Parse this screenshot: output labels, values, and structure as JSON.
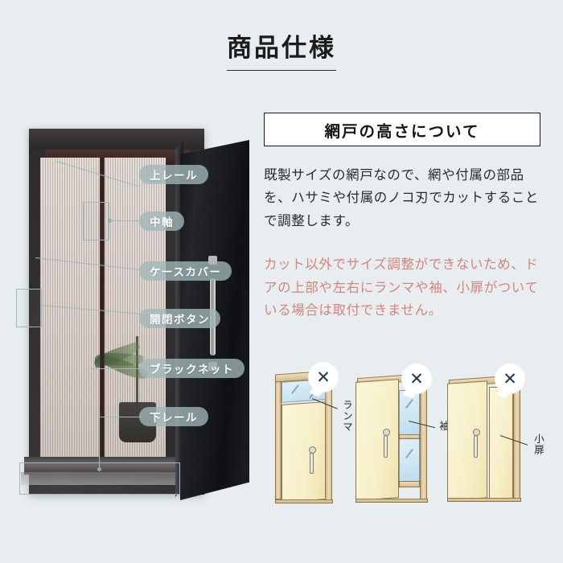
{
  "title": "商品仕様",
  "photo": {
    "alt_name": "screen-door-photo",
    "callouts": [
      {
        "id": "upper-rail",
        "label": "上レール"
      },
      {
        "id": "center-shaft",
        "label": "中軸"
      },
      {
        "id": "case-cover",
        "label": "ケースカバー"
      },
      {
        "id": "open-close-button",
        "label": "開閉ボタン"
      },
      {
        "id": "black-net",
        "label": "ブラックネット"
      },
      {
        "id": "lower-rail",
        "label": "下レール"
      }
    ]
  },
  "right": {
    "heading": "網戸の高さについて",
    "body": "既製サイズの網戸なので、網や付属の部品を、ハサミや付属のノコ刃でカットすることで調整します。",
    "warning": "カット以外でサイズ調整ができないため、ドアの上部や左右にランマや袖、小扉がついている場合は取付できません。"
  },
  "diagrams": [
    {
      "id": "ranma",
      "label": "ランマ",
      "mark": "✕"
    },
    {
      "id": "sode",
      "label": "袖",
      "mark": "✕"
    },
    {
      "id": "kotobira",
      "label": "小扉",
      "mark": "✕"
    }
  ],
  "colors": {
    "background": "#e8eef0",
    "pill_bg": "#a0b7b8",
    "warning_text": "#d4847c",
    "heading_border": "#1b1b1b",
    "x_mark": "#1f3550",
    "leader_line": "#9fb8ba"
  }
}
